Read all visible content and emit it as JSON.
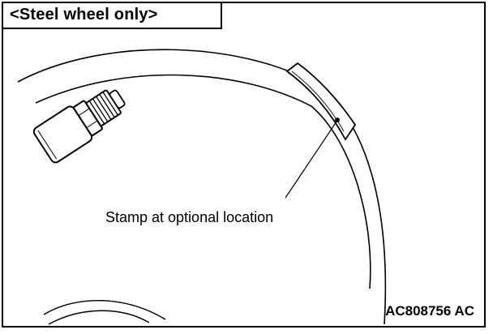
{
  "title": "<Steel wheel only>",
  "callout": "Stamp at optional location",
  "figure_code": "AC808756 AC",
  "colors": {
    "line": "#000000",
    "background": "#ffffff"
  },
  "icons": [
    "valve-stem-icon",
    "stamp-area-icon"
  ]
}
